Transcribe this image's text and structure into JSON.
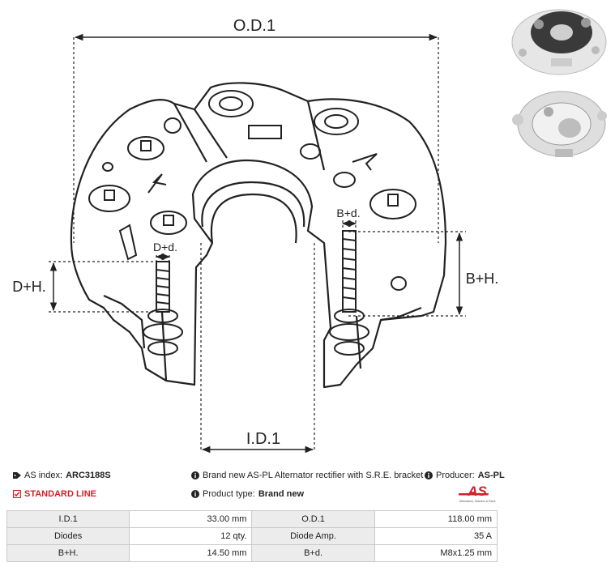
{
  "drawing": {
    "dim_od": "O.D.1",
    "dim_id": "I.D.1",
    "dim_dh": "D+H.",
    "dim_bh": "B+H.",
    "dim_dd": "D+d.",
    "dim_bd": "B+d."
  },
  "product": {
    "as_index_label": "AS index:",
    "as_index_value": "ARC3188S",
    "line": "STANDARD LINE",
    "description": "Brand new AS-PL Alternator rectifier with S.R.E. bracket",
    "producer_label": "Producer:",
    "producer_value": "AS-PL",
    "type_label": "Product type:",
    "type_value": "Brand new"
  },
  "logo": {
    "mark": "AS",
    "tagline": "Alternators, Starters & Parts",
    "color": "#d0222a"
  },
  "specs": [
    {
      "l1": "I.D.1",
      "v1": "33.00 mm",
      "l2": "O.D.1",
      "v2": "118.00 mm"
    },
    {
      "l1": "Diodes",
      "v1": "12 qty.",
      "l2": "Diode Amp.",
      "v2": "35 A"
    },
    {
      "l1": "B+H.",
      "v1": "14.50 mm",
      "l2": "B+d.",
      "v2": "M8x1.25 mm"
    }
  ],
  "icons": {
    "tag": "tag-icon",
    "check": "checkbox-icon",
    "info": "info-icon"
  }
}
